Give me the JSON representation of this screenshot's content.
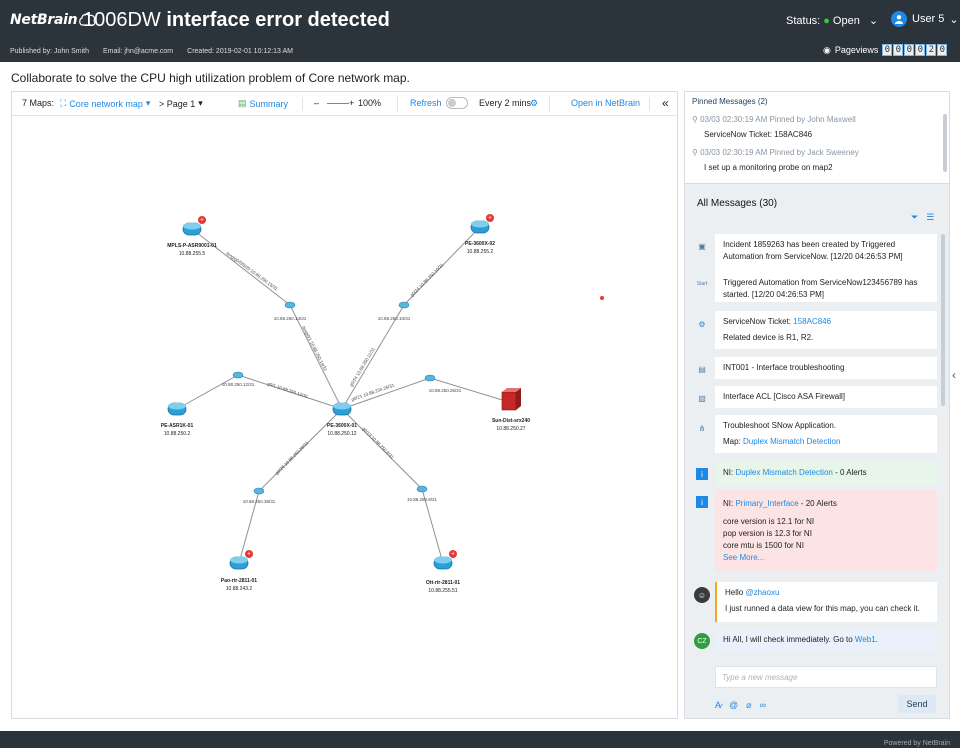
{
  "header": {
    "logo": "NetBrain",
    "title_number": "1006DW",
    "title_bold": "interface error detected",
    "status_label": "Status:",
    "status_value": "Open",
    "user": "User 5",
    "published_by": "Published by: John Smith",
    "email": "Email: jhn@acme.com",
    "created": "Created: 2019-02-01 10:12:13 AM",
    "pageviews_label": "Pageviews",
    "pageviews_digits": [
      "0",
      "0",
      "0",
      "0",
      "2",
      "0"
    ]
  },
  "description": "Collaborate to solve the CPU high utilization problem of Core network map.",
  "mapbar": {
    "maps": "7 Maps:",
    "map_name": "Core network map",
    "page": "> Page 1",
    "summary": "Summary",
    "zoom_minus": "–",
    "zoom_plus": "+",
    "zoom": "100%",
    "refresh": "Refresh",
    "interval": "Every 2 mins",
    "open": "Open in NetBrain",
    "collapse": "«"
  },
  "map": {
    "nodes": [
      {
        "name": "MPLS-P-ASR9001-01",
        "ip": "10.88.255.5"
      },
      {
        "name": "PE-3600X-02",
        "ip": "10.88.255.2"
      },
      {
        "name": "PE-ASR1K-01",
        "ip": "10.88.250.2"
      },
      {
        "name": "PE-3600X-01",
        "ip": "10.88.250.12"
      },
      {
        "name": "Sun-Dist-srx240",
        "ip": "10.88.250.27"
      },
      {
        "name": "Pao-rtr-2811-01",
        "ip": "10.88.243.2"
      },
      {
        "name": "Ott-rtr-2811-01",
        "ip": "10.88.255.51"
      }
    ],
    "mid_labels": [
      "10.88.250.14/31",
      "10.88.250.10/31",
      "10.88.250.12/31",
      "10.88.250.26/31",
      "10.88.250.38/31",
      "10.88.250.8/31"
    ],
    "link_labels": [
      "tengig0/0/0/20 10.88.250.15/31",
      "g0/24 10.88.250.10/31",
      "tengi0/1 10.88.250.14/31",
      "g0/24 10.88.250.11/31",
      "g0/1 10.88.250.12/31",
      "g0/21 10.88.250.26/31",
      "g0/26 10.88.250.39/31",
      "g0/19 10.88.250.8/31"
    ]
  },
  "pinned": {
    "header": "Pinned Messages (2)",
    "items": [
      {
        "when": "03/03 02:30:19 AM Pinned by John Maxwell",
        "text": "ServiceNow Ticket: 158AC846"
      },
      {
        "when": "03/03 02:30:19 AM Pinned by Jack Sweeney",
        "text": "I set up a monitoring probe on map2"
      }
    ]
  },
  "messages": {
    "header": "All Messages (30)",
    "m1": "Incident 1859263 has been created by Triggered Automation from ServiceNow. [12/20 04:26:53 PM]",
    "m2": "Triggered Automation from ServiceNow123456789 has started. [12/20 04:26:53 PM]",
    "m3_a": "ServiceNow Ticket:",
    "m3_link": "158AC846",
    "m3_b": "Related device is R1, R2.",
    "m4": "INT001 - Interface troubleshooting",
    "m5": "Interface ACL [Cisco ASA Firewall]",
    "m6_a": "Troubleshoot SNow Application.",
    "m6_b": "Map:",
    "m6_link": "Duplex Mismatch Detection",
    "m7_a": "NI:",
    "m7_link": "Duplex Mismatch Detection",
    "m7_b": "- 0 Alerts",
    "m8_a": "NI:",
    "m8_link": "Primary_Interface",
    "m8_b": "- 20 Alerts",
    "m8_lines": [
      "core version is 12.1 for NI",
      "pop version is 12.3 for NI",
      "core mtu is 1500 for NI"
    ],
    "m8_more": "See More...",
    "m9_a": "Hello",
    "m9_link": "@zhaoxu",
    "m9_b": "I just runned a data view for this map, you can check it.",
    "m10_avatar": "CZ",
    "m10_a": "Hi All, I will check immediately. Go to",
    "m10_link": "Web1",
    "m10_b": ".",
    "input_placeholder": "Type a new message",
    "send": "Send"
  },
  "footer": "Powered by NetBrain",
  "colors": {
    "header_bg": "#2b333b",
    "accent": "#1e88e5",
    "router": "#2aa0d8",
    "alert": "#e53935"
  }
}
